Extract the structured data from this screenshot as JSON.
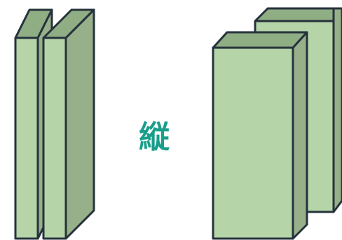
{
  "center_label": "縦",
  "colors": {
    "label": "#1a9e8c",
    "face_front": "#b5d5a8",
    "face_top": "#8fae84",
    "face_side": "#98b08a",
    "outline": "#26323c"
  },
  "boxes": [
    {
      "name": "thin-box-back",
      "group": "left"
    },
    {
      "name": "thin-box-front",
      "group": "left"
    },
    {
      "name": "wide-box-back",
      "group": "right"
    },
    {
      "name": "wide-box-front",
      "group": "right"
    }
  ]
}
